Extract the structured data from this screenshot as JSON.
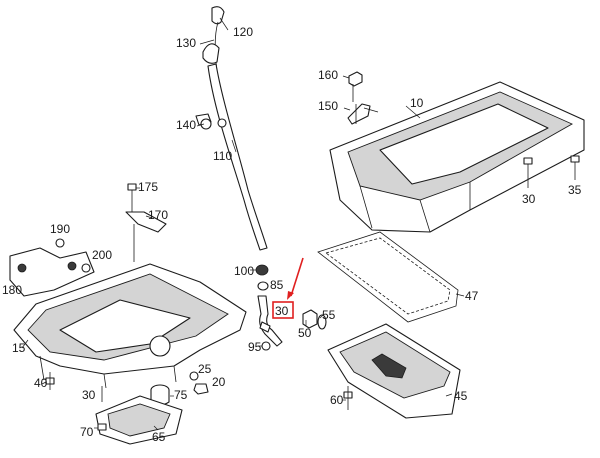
{
  "callouts": {
    "c10": "10",
    "c15": "15",
    "c20": "20",
    "c25": "25",
    "c30a": "30",
    "c30b": "30",
    "c30c": "30",
    "c35": "35",
    "c40": "40",
    "c45": "45",
    "c47": "47",
    "c50": "50",
    "c55": "55",
    "c60": "60",
    "c65": "65",
    "c70": "70",
    "c75": "75",
    "c85": "85",
    "c95": "95",
    "c100": "100",
    "c110": "110",
    "c120": "120",
    "c130": "130",
    "c140": "140",
    "c150": "150",
    "c160": "160",
    "c170": "170",
    "c175": "175",
    "c180": "180",
    "c190": "190",
    "c200": "200"
  },
  "highlight": {
    "color": "#e02020",
    "callout": "c30b"
  },
  "colors": {
    "line": "#1c1c1c",
    "shade": "#d4d4d4",
    "highlight": "#e02020"
  }
}
